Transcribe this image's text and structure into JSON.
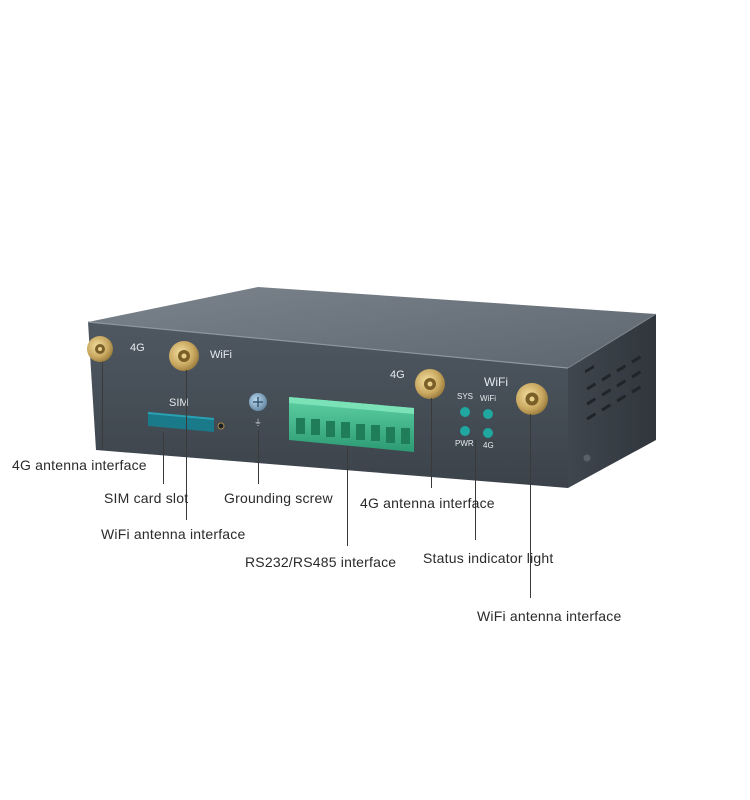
{
  "device": {
    "silkscreen": {
      "left_4g": "4G",
      "left_wifi": "WiFi",
      "sim": "SIM",
      "right_4g": "4G",
      "right_wifi": "WiFi",
      "led_sys": "SYS",
      "led_wifi": "WiFi",
      "led_pwr": "PWR",
      "led_4g": "4G"
    }
  },
  "callouts": {
    "left_4g_antenna": "4G antenna interface",
    "sim_slot": "SIM card slot",
    "left_wifi_antenna": "WiFi antenna interface",
    "grounding_screw": "Grounding screw",
    "serial_interface": "RS232/RS485 interface",
    "right_4g_antenna": "4G antenna interface",
    "status_led": "Status indicator light",
    "right_wifi_antenna": "WiFi antenna interface"
  },
  "colors": {
    "chassis_front": "#444c55",
    "chassis_top": "#6b737c",
    "chassis_side": "#3a4047",
    "connector_gold": "#c9a860",
    "terminal_green": "#3fb38a",
    "led_teal": "#1fa7a0",
    "sim_slot": "#1b7a8a"
  }
}
